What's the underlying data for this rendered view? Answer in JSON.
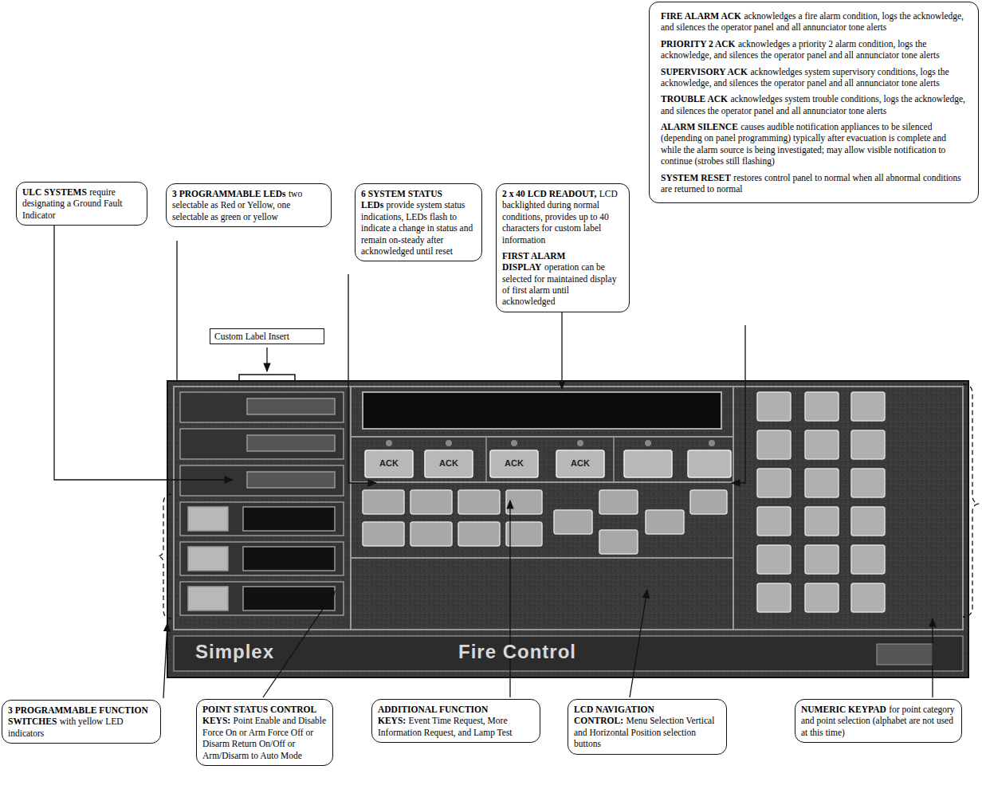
{
  "diagram": {
    "nodes": [
      {
        "text": [
          "ULC SYSTEMS",
          "require designating a Ground Fault Indicator"
        ]
      },
      {
        "text": [
          "3 PROGRAMMABLE LEDs",
          "two selectable as Red or Yellow, one selectable as green or yellow"
        ]
      },
      {
        "text": [
          "6 SYSTEM STATUS LEDs",
          "provide system status indications, LEDs flash to indicate a change in status and remain on-steady after acknowledged until reset"
        ]
      },
      {
        "text": [
          "2 x 40 LCD READOUT,",
          "LCD backlighted during normal conditions, provides up to 40 characters for custom label information",
          "FIRST ALARM DISPLAY",
          "operation can be selected for maintained display of first alarm until acknowledged"
        ]
      },
      {
        "text": [
          "FIRE ALARM ACK",
          "acknowledges a fire alarm condition, logs the acknowledge, and silences the operator panel and all annunciator tone alerts",
          "PRIORITY 2 ACK",
          "acknowledges a priority 2 alarm condition, logs the acknowledge, and silences the operator panel and all annunciator tone alerts",
          "SUPERVISORY ACK",
          "acknowledges system supervisory conditions, logs the acknowledge, and silences the operator panel and all annunciator tone alerts",
          "TROUBLE ACK",
          "acknowledges system trouble conditions, logs the acknowledge, and silences the operator panel and all annunciator tone alerts",
          "ALARM SILENCE",
          "causes audible notification appliances to be silenced (depending on panel programming) typically after evacuation is complete and while the alarm source is being investigated; may allow visible notification to continue (strobes still flashing)",
          "SYSTEM RESET",
          "restores control panel to normal when all abnormal conditions are returned to normal"
        ]
      },
      {
        "text": [
          "Custom Label Insert"
        ]
      },
      {
        "text": [
          "3 PROGRAMMABLE FUNCTION SWITCHES",
          "with yellow LED indicators"
        ]
      },
      {
        "text": [
          "POINT STATUS CONTROL KEYS:",
          "Point Enable and Disable Force On or Arm Force Off or Disarm Return On/Off or Arm/Disarm to Auto Mode"
        ]
      },
      {
        "text": [
          "ADDITIONAL FUNCTION KEYS:",
          "Event Time Request, More Information Request, and Lamp Test"
        ]
      },
      {
        "text": [
          "LCD NAVIGATION CONTROL:",
          "Menu Selection Vertical and Horizontal Position selection buttons"
        ]
      },
      {
        "text": [
          "NUMERIC KEYPAD",
          "for point category and point selection (alphabet are not used at this time)"
        ]
      }
    ],
    "edges": [],
    "labels": [
      "ACK",
      "ACK",
      "ACK",
      "ACK",
      "Simplex",
      "Fire Control"
    ]
  }
}
